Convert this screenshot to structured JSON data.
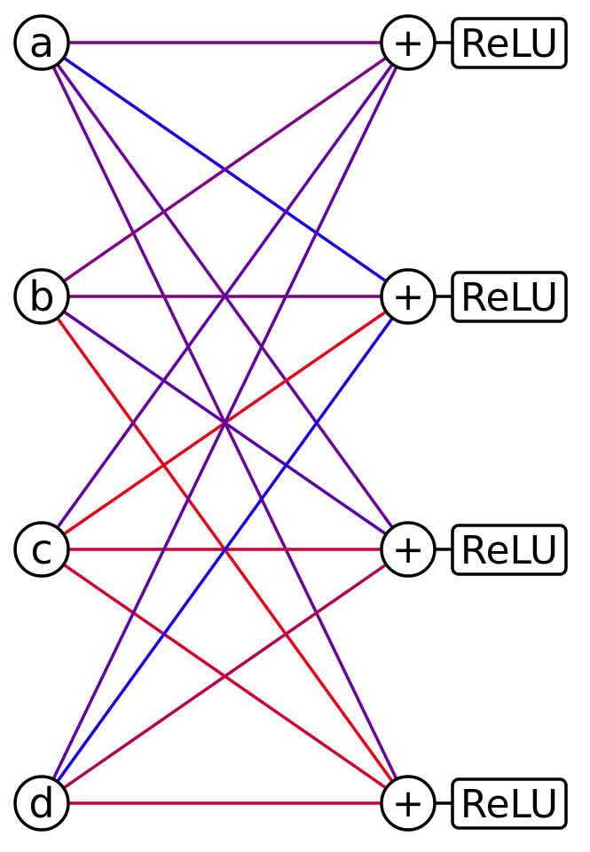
{
  "inputs": [
    {
      "label": "a"
    },
    {
      "label": "b"
    },
    {
      "label": "c"
    },
    {
      "label": "d"
    }
  ],
  "outputs": [
    {
      "sum_label": "+",
      "activation_label": "ReLU"
    },
    {
      "sum_label": "+",
      "activation_label": "ReLU"
    },
    {
      "sum_label": "+",
      "activation_label": "ReLU"
    },
    {
      "sum_label": "+",
      "activation_label": "ReLU"
    }
  ],
  "edge_colors": [
    [
      "#820082",
      "#1a00e6",
      "#6a0095",
      "#6a0095"
    ],
    [
      "#7d0085",
      "#7d0085",
      "#5b00a5",
      "#e6001a"
    ],
    [
      "#6000a0",
      "#e6001a",
      "#c80038",
      "#d2002e"
    ],
    [
      "#6000a0",
      "#1a00e6",
      "#b00050",
      "#c80038"
    ]
  ]
}
